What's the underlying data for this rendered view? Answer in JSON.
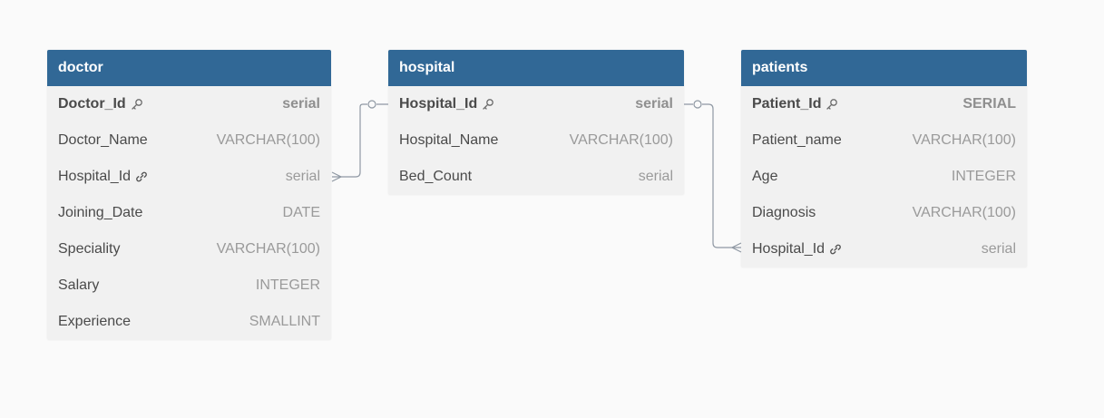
{
  "colors": {
    "background": "#fafafa",
    "header": "#316896",
    "table_body": "#f1f1f1",
    "connector": "#8f98a3"
  },
  "tables": {
    "doctor": {
      "name": "doctor",
      "columns": [
        {
          "name": "Doctor_Id",
          "type": "serial",
          "key": "primary"
        },
        {
          "name": "Doctor_Name",
          "type": "VARCHAR(100)",
          "key": "none"
        },
        {
          "name": "Hospital_Id",
          "type": "serial",
          "key": "foreign"
        },
        {
          "name": "Joining_Date",
          "type": "DATE",
          "key": "none"
        },
        {
          "name": "Speciality",
          "type": "VARCHAR(100)",
          "key": "none"
        },
        {
          "name": "Salary",
          "type": "INTEGER",
          "key": "none"
        },
        {
          "name": "Experience",
          "type": "SMALLINT",
          "key": "none"
        }
      ]
    },
    "hospital": {
      "name": "hospital",
      "columns": [
        {
          "name": "Hospital_Id",
          "type": "serial",
          "key": "primary"
        },
        {
          "name": "Hospital_Name",
          "type": "VARCHAR(100)",
          "key": "none"
        },
        {
          "name": "Bed_Count",
          "type": "serial",
          "key": "none"
        }
      ]
    },
    "patients": {
      "name": "patients",
      "columns": [
        {
          "name": "Patient_Id",
          "type": "SERIAL",
          "key": "primary"
        },
        {
          "name": "Patient_name",
          "type": "VARCHAR(100)",
          "key": "none"
        },
        {
          "name": "Age",
          "type": "INTEGER",
          "key": "none"
        },
        {
          "name": "Diagnosis",
          "type": "VARCHAR(100)",
          "key": "none"
        },
        {
          "name": "Hospital_Id",
          "type": "serial",
          "key": "foreign"
        }
      ]
    }
  },
  "relationships": [
    {
      "from": "hospital.Hospital_Id",
      "to": "doctor.Hospital_Id",
      "cardinality": "one-to-many"
    },
    {
      "from": "hospital.Hospital_Id",
      "to": "patients.Hospital_Id",
      "cardinality": "one-to-many"
    }
  ],
  "icons": {
    "primary_key": "key-icon",
    "foreign_key": "link-icon"
  }
}
